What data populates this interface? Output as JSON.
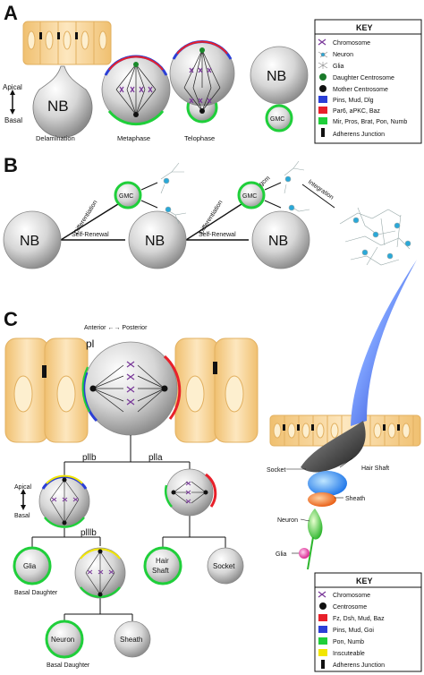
{
  "panels": {
    "a": "A",
    "b": "B",
    "c": "C"
  },
  "panel_a": {
    "apical": "Apical",
    "basal": "Basal",
    "nb": "NB",
    "gmc": "GMC",
    "stages": [
      "Delamination",
      "Metaphase",
      "Telophase"
    ]
  },
  "key_a": {
    "title": "KEY",
    "items": [
      "Chromosome",
      "Neuron",
      "Glia",
      "Daughter Centrosome",
      "Mother Centrosome",
      "Pins, Mud, Dlg",
      "Par6, aPKC, Baz",
      "Mir, Pros, Brat, Pon, Numb",
      "Adherens Junction"
    ]
  },
  "panel_b": {
    "nb": "NB",
    "gmc": "GMC",
    "differentiation": "Differentiation",
    "self_renewal": "Self-Renewal",
    "gcm": "gcm",
    "integration": "Integration"
  },
  "panel_c": {
    "axis": "Anterior ←→ Posterior",
    "pl": "pl",
    "pllb": "pllb",
    "plla": "plla",
    "plllb": "plllb",
    "apical": "Apical",
    "basal": "Basal",
    "glia": "Glia",
    "basal_daughter_1": "Basal Daughter",
    "hair_shaft_cell": [
      "Hair",
      "Shaft"
    ],
    "socket_cell": "Socket",
    "neuron": "Neuron",
    "basal_daughter_2": "Basal Daughter",
    "sheath_cell": "Sheath",
    "organ_labels": {
      "socket": "Socket",
      "hair_shaft": "Hair Shaft",
      "sheath": "Sheath",
      "neuron": "Neuron",
      "glia": "Glia"
    }
  },
  "key_c": {
    "title": "KEY",
    "items": [
      "Chromosome",
      "Centrosome",
      "Fz, Dsh, Mud, Baz",
      "Pins, Mud, Goi",
      "Pon, Numb",
      "Inscuteable",
      "Adherens Junction"
    ]
  },
  "colors": {
    "blue": "#2b3fd6",
    "red": "#e8202a",
    "green": "#1fcf3a",
    "yellow": "#f2e600",
    "purple": "#7a3a9a",
    "epithelium": "#f7d9a0",
    "cell_gray": "#d8d8d8"
  }
}
